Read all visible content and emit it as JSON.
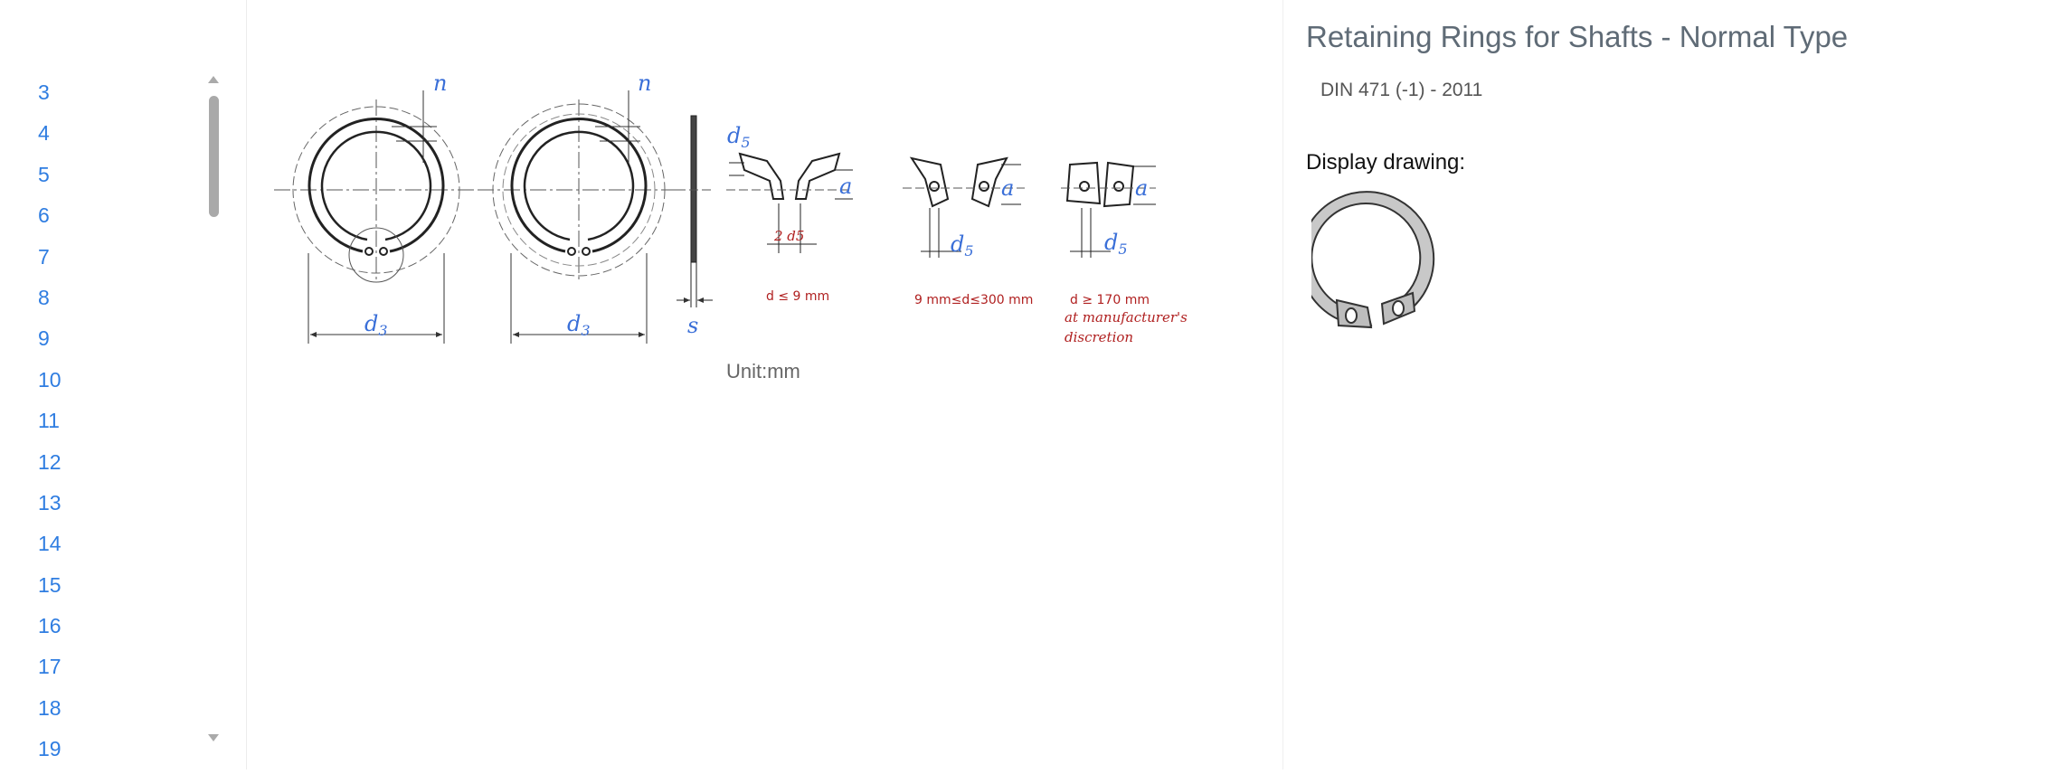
{
  "sidebar": {
    "items": [
      "3",
      "4",
      "5",
      "6",
      "7",
      "8",
      "9",
      "10",
      "11",
      "12",
      "13",
      "14",
      "15",
      "16",
      "17",
      "18",
      "19"
    ]
  },
  "drawing": {
    "dim_labels": {
      "n": "n",
      "d3": "d",
      "d3_sub": "3",
      "s": "s",
      "d5": "d",
      "d5_sub": "5",
      "a": "a",
      "two_d5": "2 d5"
    },
    "notes": {
      "small": "d ≤ 9 mm",
      "medium": "9 mm≤d≤300 mm",
      "large": "d ≥ 170 mm",
      "large_note_1": "at manufacturer's",
      "large_note_2": "discretion"
    },
    "unit": "Unit:mm"
  },
  "details": {
    "title": "Retaining Rings for Shafts - Normal Type",
    "standard": "DIN 471 (-1) - 2011",
    "display_label": "Display drawing:"
  },
  "colors": {
    "link": "#2f7de1",
    "dim_blue": "#3a6fd8",
    "note_red": "#b02020"
  }
}
